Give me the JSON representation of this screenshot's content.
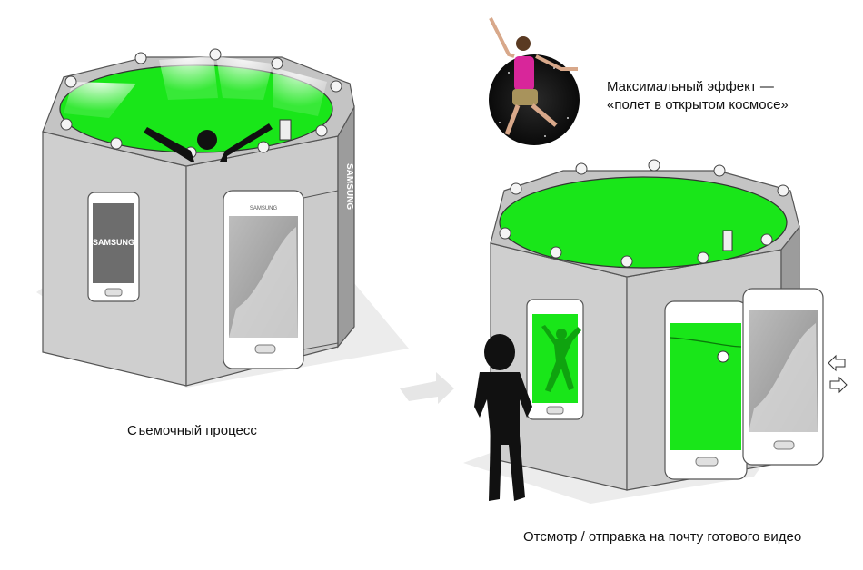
{
  "captions": {
    "filming": "Съемочный процесс",
    "review": "Отсмотр / отправка на почту готового видео",
    "effect_line1": "Максимальный эффект —",
    "effect_line2": "«полет в открытом космосе»"
  },
  "brand": {
    "phone_logo": "SAMSUNG",
    "side_logo": "SAMSUNG"
  },
  "colors": {
    "chroma_green": "#19e619",
    "booth_front": "#cfcfcf",
    "booth_side": "#9c9c9c",
    "booth_top_rim": "#c4c4c4",
    "shadow": "#ececec",
    "silhouette": "#111111"
  },
  "icons": [
    "arrow-right-icon",
    "arrow-left-icon",
    "spotlight-icon",
    "person-silhouette-icon"
  ]
}
